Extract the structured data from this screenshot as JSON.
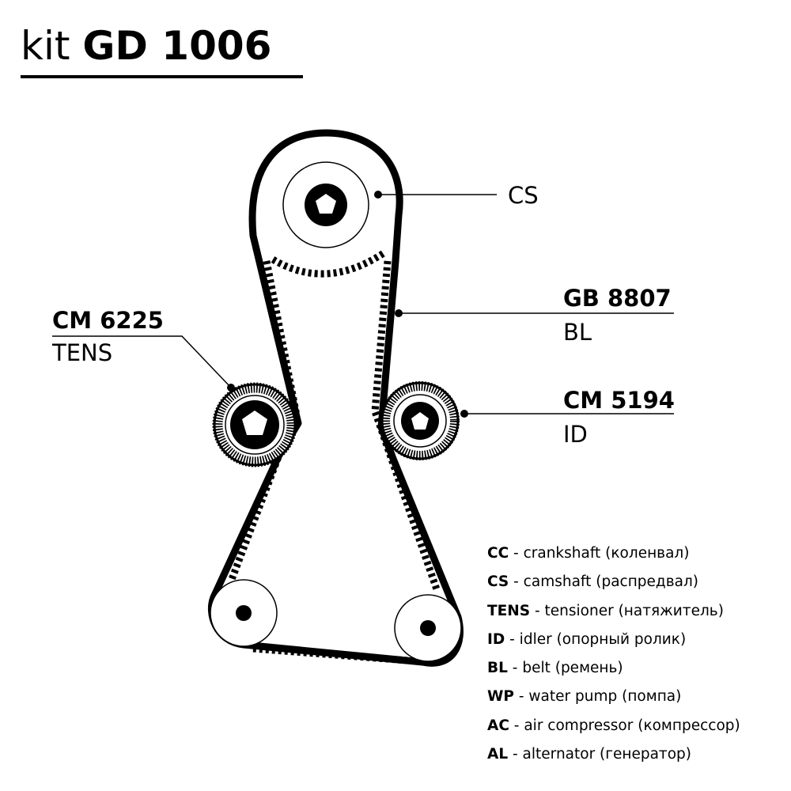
{
  "title": {
    "prefix": "kit",
    "code": "GD 1006"
  },
  "labels": {
    "cs": "CS",
    "belt_code": "GB 8807",
    "belt_type": "BL",
    "tens_code": "CM 6225",
    "tens_type": "TENS",
    "idler_code": "CM 5194",
    "idler_type": "ID"
  },
  "legend": [
    {
      "abbr": "CC",
      "text": " - crankshaft (коленвал)"
    },
    {
      "abbr": "CS",
      "text": " - camshaft (распредвал)"
    },
    {
      "abbr": "TENS",
      "text": " - tensioner (натяжитель)"
    },
    {
      "abbr": "ID",
      "text": " - idler (опорный ролик)"
    },
    {
      "abbr": "BL",
      "text": " - belt (ремень)"
    },
    {
      "abbr": "WP",
      "text": " - water pump (помпа)"
    },
    {
      "abbr": "AC",
      "text": " - air compressor (компрессор)"
    },
    {
      "abbr": "AL",
      "text": " - alternator (генератор)"
    }
  ],
  "colors": {
    "ink": "#000000",
    "background": "#ffffff"
  }
}
